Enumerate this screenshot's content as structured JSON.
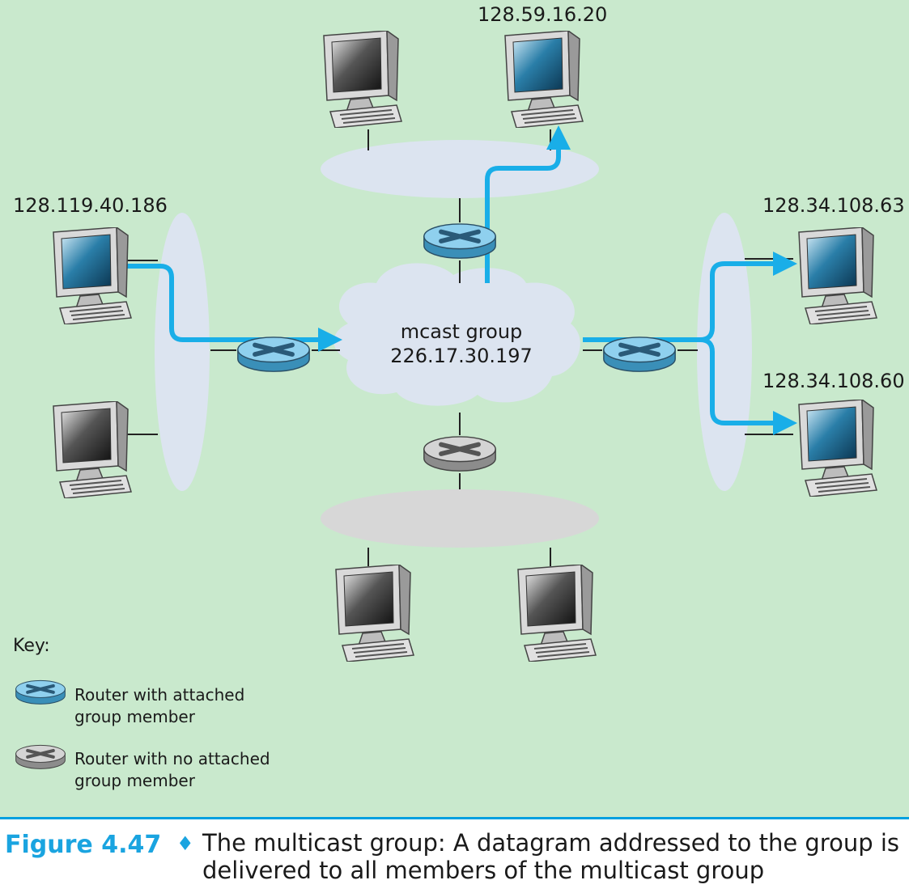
{
  "hosts": {
    "top_right": "128.59.16.20",
    "left_top": "128.119.40.186",
    "right_top": "128.34.108.63",
    "right_bottom": "128.34.108.60"
  },
  "cloud": {
    "line1": "mcast group",
    "line2": "226.17.30.197"
  },
  "key": {
    "title": "Key:",
    "member_router_line1": "Router with attached",
    "member_router_line2": "group member",
    "nonmember_router_line1": "Router with no attached",
    "nonmember_router_line2": "group member"
  },
  "caption": {
    "label": "Figure 4.47",
    "symbol": "♦",
    "text": "The multicast group: A datagram addressed to the group is delivered to all members of the multicast group"
  },
  "colors": {
    "background": "#c9e9cd",
    "arrow": "#19aee8",
    "member_router": "#66bde0",
    "nonmember_router": "#b8b8b8",
    "lan_member": "#dce4f0",
    "lan_nonmember": "#d7d7d7",
    "caption_accent": "#1aa4e0"
  },
  "icons": {
    "host": "desktop-computer-icon",
    "member_router": "router-member-icon",
    "nonmember_router": "router-nonmember-icon"
  }
}
